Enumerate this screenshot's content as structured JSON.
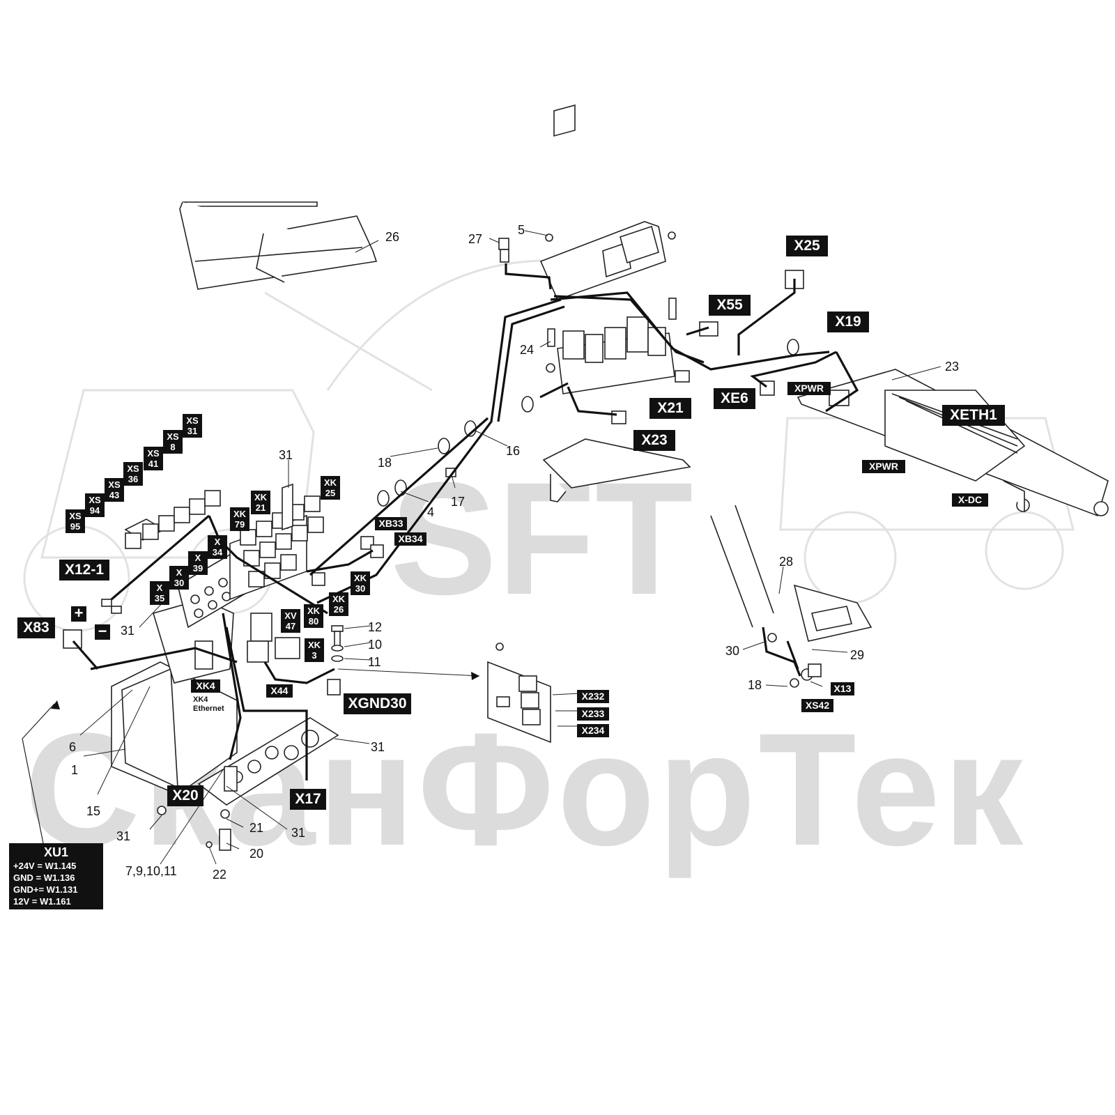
{
  "watermark": {
    "text": "СканФорТек",
    "logo": "SFT",
    "color": "#dcdcdc"
  },
  "tags": {
    "x25": "X25",
    "x55": "X55",
    "x19": "X19",
    "xe6": "XE6",
    "x21": "X21",
    "x23": "X23",
    "xpwr_top": "XPWR",
    "xeth1": "XETH1",
    "xpwr_bottom": "XPWR",
    "x_dc": "X-DC",
    "x12_1": "X12-1",
    "x83": "X83",
    "xb33": "XB33",
    "xb34": "XB34",
    "xk4": "XK4",
    "xk4_note": [
      "XK4",
      "Ethernet"
    ],
    "x44": "X44",
    "xgnd30": "XGND30",
    "x20": "X20",
    "x17": "X17",
    "x232": "X232",
    "x233": "X233",
    "x234": "X234",
    "x13": "X13",
    "xs42": "XS42",
    "xs31": [
      "XS",
      "31"
    ],
    "xs8": [
      "XS",
      "8"
    ],
    "xs41": [
      "XS",
      "41"
    ],
    "xs36": [
      "XS",
      "36"
    ],
    "xs43": [
      "XS",
      "43"
    ],
    "xs94": [
      "XS",
      "94"
    ],
    "xs95": [
      "XS",
      "95"
    ],
    "x34": [
      "X",
      "34"
    ],
    "x39": [
      "X",
      "39"
    ],
    "x30": [
      "X",
      "30"
    ],
    "x35": [
      "X",
      "35"
    ],
    "xk25": [
      "XK",
      "25"
    ],
    "xk21": [
      "XK",
      "21"
    ],
    "xk79": [
      "XK",
      "79"
    ],
    "xk30": [
      "XK",
      "30"
    ],
    "xk26": [
      "XK",
      "26"
    ],
    "xk80": [
      "XK",
      "80"
    ],
    "xv47": [
      "XV",
      "47"
    ],
    "xk3": [
      "XK",
      "3"
    ],
    "plus": "+",
    "minus": "−"
  },
  "xu1": {
    "title": "XU1",
    "rows": [
      "+24V  =  W1.145",
      "GND   =  W1.136",
      "GND+=  W1.131",
      "12V   =  W1.161"
    ]
  },
  "callouts": {
    "n26": "26",
    "n27": "27",
    "n5": "5",
    "n24": "24",
    "n23": "23",
    "n31_top": "31",
    "n18_top": "18",
    "n16": "16",
    "n4": "4",
    "n17": "17",
    "n31_left": "31",
    "n12": "12",
    "n10": "10",
    "n11": "11",
    "n6": "6",
    "n1": "1",
    "n15": "15",
    "n31_base": "31",
    "n31_plate": "31",
    "n21": "21",
    "n31_bottom": "31",
    "n20": "20",
    "n22": "22",
    "n7_9_10_11": "7,9,10,11",
    "n28": "28",
    "n30": "30",
    "n29": "29",
    "n18_right": "18"
  }
}
